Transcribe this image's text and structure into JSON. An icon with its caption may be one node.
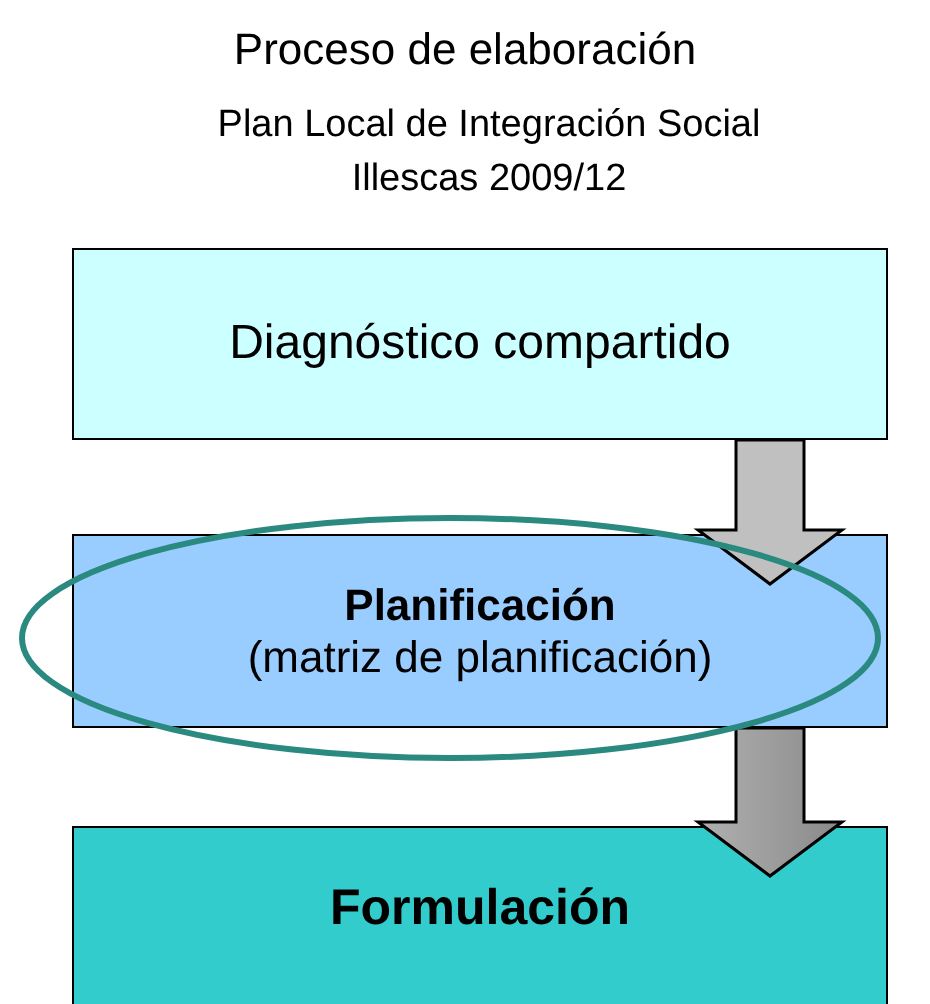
{
  "diagram": {
    "title": "Proceso de elaboración",
    "labels": [
      "Plan Local de Integración Social",
      "Illescas 2009/12"
    ],
    "nodes": [
      {
        "text": [
          "Diagnóstico compartido"
        ]
      },
      {
        "text": [
          "Planificación",
          "(matriz de planificación)"
        ]
      },
      {
        "text": [
          "Formulación"
        ]
      }
    ],
    "edges": [
      {
        "from": 0,
        "to": 1,
        "arrow": "to"
      },
      {
        "from": 1,
        "to": 2,
        "arrow": "to"
      }
    ]
  }
}
